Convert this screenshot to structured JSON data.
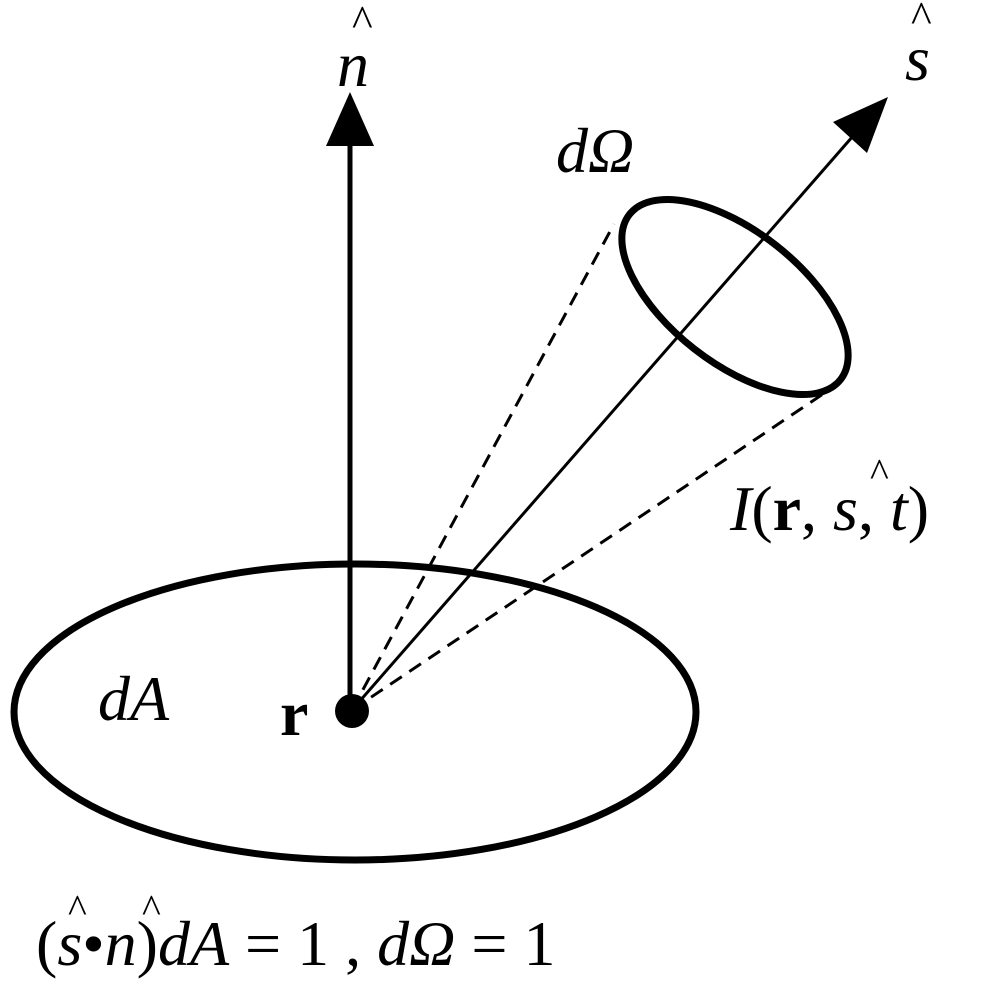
{
  "labels": {
    "normal_hat": "n",
    "direction_hat": "s",
    "solid_angle": "dΩ",
    "area": "dA",
    "position": "r",
    "intensity": {
      "I": "I",
      "open": "(",
      "r": "r",
      "sep1": ", ",
      "s": "s",
      "sep2": ", ",
      "t": "t",
      "close": ")"
    },
    "equation": {
      "open": "(",
      "s": "s",
      "dot": "•",
      "n": "n",
      "close": ")",
      "dA": "dA",
      "eq1": " = 1 , ",
      "dOmega": "dΩ",
      "eq2": " = 1"
    },
    "hat": "^"
  },
  "colors": {
    "ink": "#000000",
    "background": "#ffffff"
  }
}
